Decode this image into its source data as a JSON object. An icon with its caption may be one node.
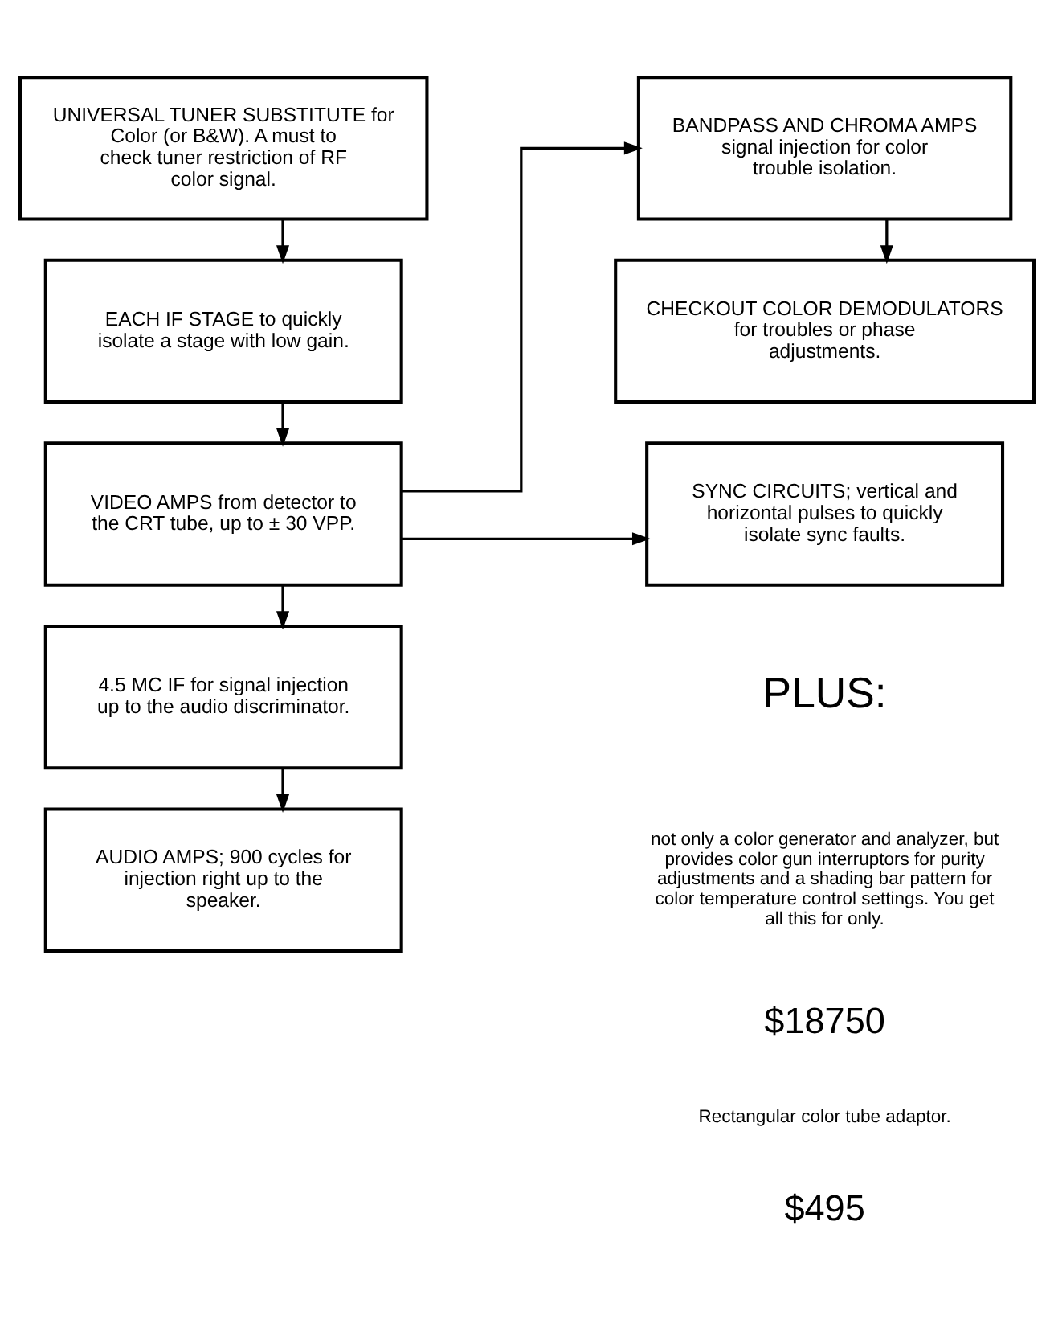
{
  "diagram": {
    "nodes": [
      {
        "text": [
          "UNIVERSAL TUNER SUBSTITUTE for Color (or B&W). A must to check tuner restriction of RF color signal."
        ]
      },
      {
        "text": [
          "EACH IF STAGE to quickly isolate a stage with low gain."
        ]
      },
      {
        "text": [
          "VIDEO AMPS from detector to the CRT tube, up to ± 30 VPP."
        ]
      },
      {
        "text": [
          "4.5 MC IF for signal injection up to the audio discriminator."
        ]
      },
      {
        "text": [
          "AUDIO AMPS; 900 cycles for injection right up to the speaker."
        ]
      },
      {
        "text": [
          "BANDPASS AND CHROMA AMPS signal injection for color trouble isolation."
        ]
      },
      {
        "text": [
          "CHECKOUT COLOR DEMODULATORS for troubles or phase adjustments."
        ]
      },
      {
        "text": [
          "SYNC CIRCUITS; vertical and horizontal pulses to quickly isolate sync faults."
        ]
      }
    ],
    "edges": [
      {
        "from": 0,
        "to": 1,
        "arrow": "to"
      },
      {
        "from": 1,
        "to": 2,
        "arrow": "to"
      },
      {
        "from": 2,
        "to": 3,
        "arrow": "to"
      },
      {
        "from": 3,
        "to": 4,
        "arrow": "to"
      },
      {
        "from": 2,
        "to": 5,
        "arrow": "to"
      },
      {
        "from": 5,
        "to": 6,
        "arrow": "to"
      },
      {
        "from": 2,
        "to": 7,
        "arrow": "to"
      }
    ],
    "labels": [
      "PLUS:",
      "not only a color generator and analyzer, but provides color gun interruptors for purity adjustments and a shading bar pattern for color temperature control settings. You get all this for only.",
      "$18750",
      "Rectangular color tube adaptor.",
      "$495"
    ]
  }
}
